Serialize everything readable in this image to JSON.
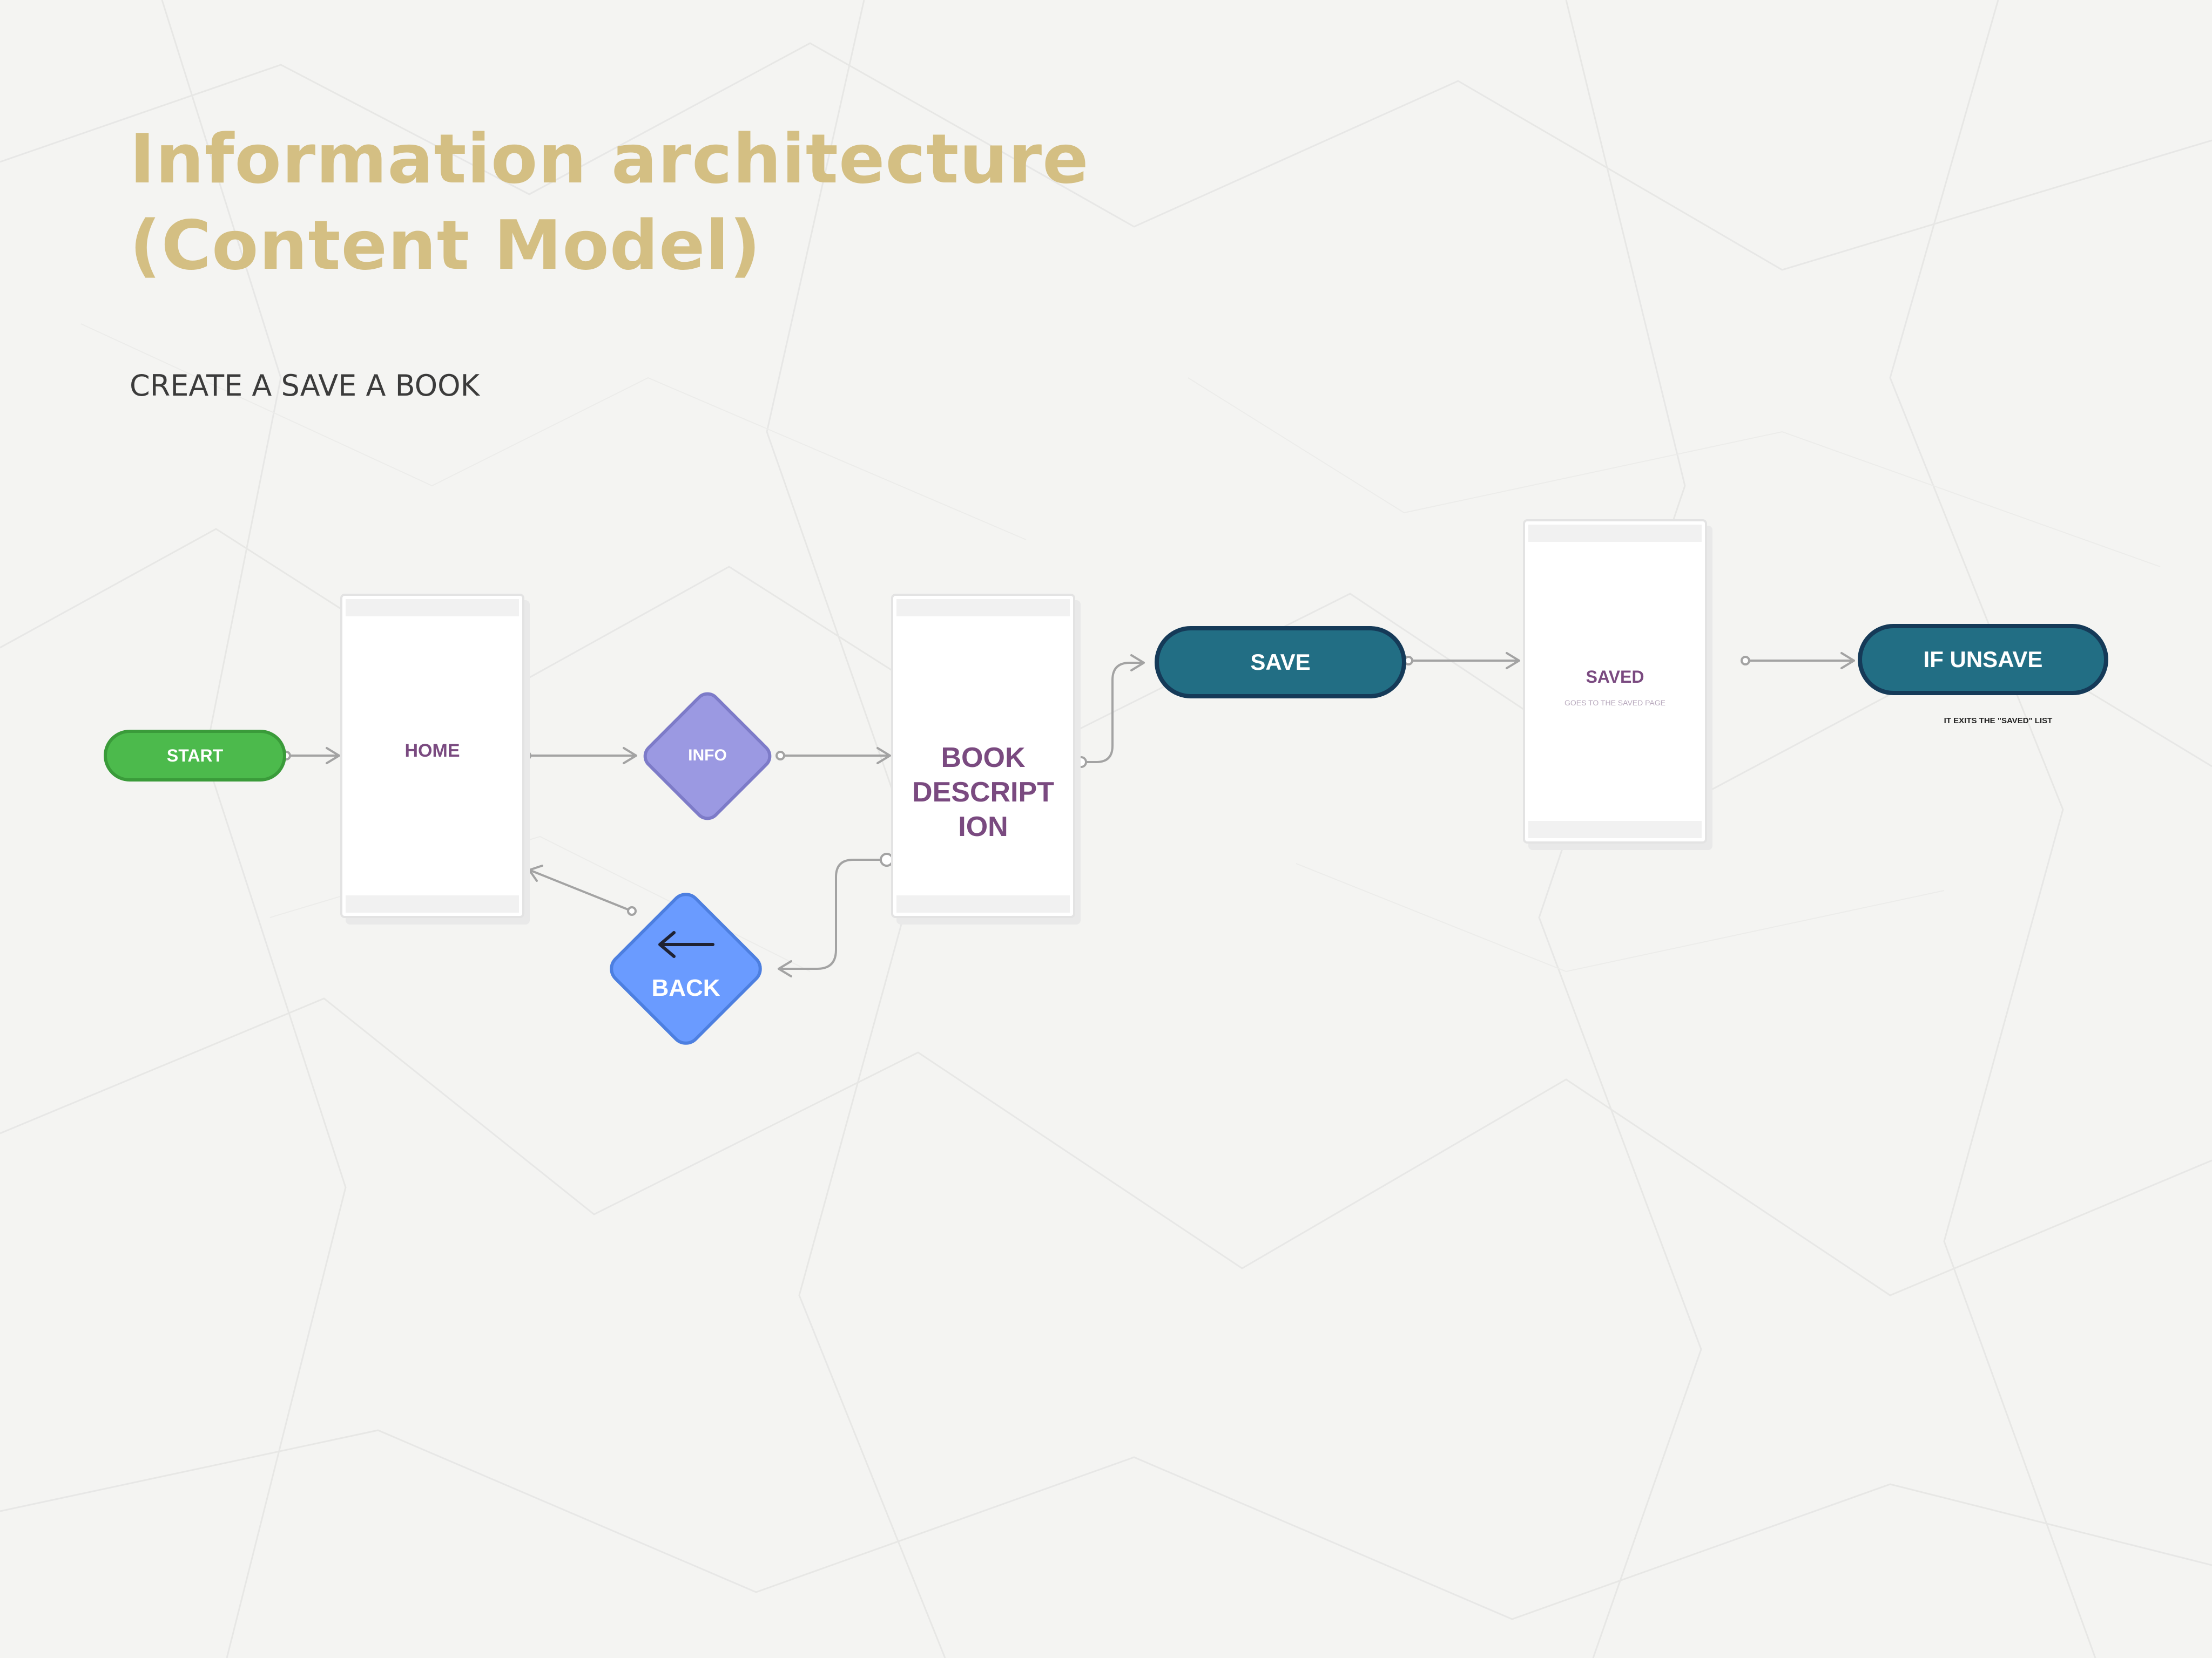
{
  "title": {
    "line1": "Information architecture",
    "line2": "(Content Model)"
  },
  "subtitle": "CREATE A SAVE A BOOK",
  "nodes": {
    "start": "START",
    "home": "HOME",
    "info": "INFO",
    "book_description": {
      "line1": "BOOK",
      "line2": "DESCRIPT",
      "line3": "ION"
    },
    "back": "BACK",
    "save": "SAVE",
    "saved": "SAVED",
    "saved_note": "GOES TO THE SAVED PAGE",
    "unsave": "IF UNSAVE",
    "unsave_note": "IT EXITS THE \"SAVED\" LIST"
  },
  "colors": {
    "title": "#d4bf83",
    "start": "#4cba4c",
    "info": "#9b99e2",
    "back": "#6a9bff",
    "save": "#226e84",
    "save_border": "#153a58",
    "screen_text": "#7a4a80",
    "connector": "#a3a3a3"
  },
  "icons": {
    "back_arrow": "left-arrow-icon"
  }
}
